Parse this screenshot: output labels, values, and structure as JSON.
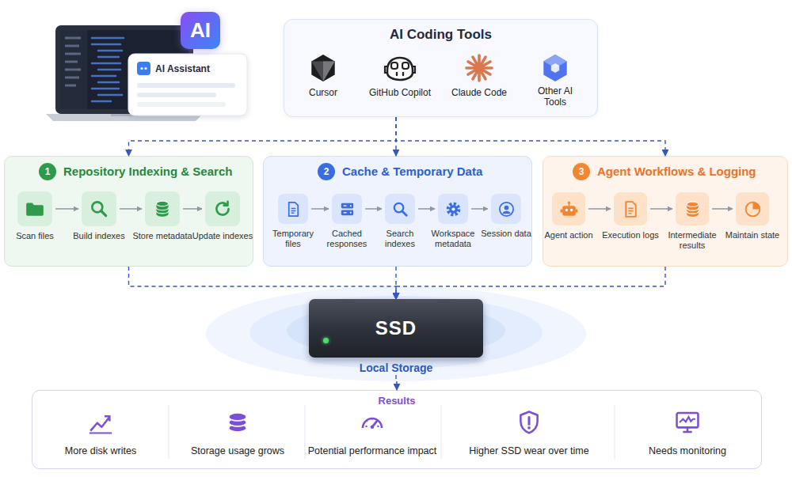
{
  "diagram": {
    "nodes": [
      {
        "text": [
          "AI Coding Tools"
        ]
      },
      {
        "text": [
          "Repository Indexing & Search"
        ]
      },
      {
        "text": [
          "1"
        ],
        "in": 1
      },
      {
        "text": [
          "Scan files"
        ],
        "in": 1
      },
      {
        "text": [
          "Build indexes"
        ],
        "in": 1
      },
      {
        "text": [
          "Store metadata"
        ],
        "in": 1
      },
      {
        "text": [
          "Update indexes"
        ],
        "in": 1
      },
      {
        "text": [
          "Cache & Temporary Data"
        ]
      },
      {
        "text": [
          "2"
        ],
        "in": 7
      },
      {
        "text": [
          "Temporary files"
        ],
        "in": 7
      },
      {
        "text": [
          "Cached responses"
        ],
        "in": 7
      },
      {
        "text": [
          "Search indexes"
        ],
        "in": 7
      },
      {
        "text": [
          "Workspace metadata"
        ],
        "in": 7
      },
      {
        "text": [
          "Session data"
        ],
        "in": 7
      },
      {
        "text": [
          "Agent Workflows & Logging"
        ]
      },
      {
        "text": [
          "3"
        ],
        "in": 14
      },
      {
        "text": [
          "Agent action"
        ],
        "in": 14
      },
      {
        "text": [
          "Execution logs"
        ],
        "in": 14
      },
      {
        "text": [
          "Intermediate results"
        ],
        "in": 14
      },
      {
        "text": [
          "Maintain state"
        ],
        "in": 14
      },
      {
        "text": [
          "SSD",
          "Local Storage"
        ]
      },
      {
        "text": [
          "Results"
        ]
      },
      {
        "text": [
          "More disk writes"
        ],
        "in": 21
      },
      {
        "text": [
          "Storage usage grows"
        ],
        "in": 21
      },
      {
        "text": [
          "Potential performance impact"
        ],
        "in": 21
      },
      {
        "text": [
          "Higher SSD wear over time"
        ],
        "in": 21
      },
      {
        "text": [
          "Needs monitoring"
        ],
        "in": 21
      }
    ],
    "edges": [
      {
        "from": 0,
        "to": 1,
        "arrow": "to"
      },
      {
        "from": 0,
        "to": 7,
        "arrow": "to"
      },
      {
        "from": 0,
        "to": 14,
        "arrow": "to"
      },
      {
        "from": 1,
        "to": 20,
        "arrow": "to"
      },
      {
        "from": 7,
        "to": 20,
        "arrow": "to"
      },
      {
        "from": 14,
        "to": 20,
        "arrow": "to"
      },
      {
        "from": 20,
        "to": 21,
        "arrow": "to"
      },
      {
        "from": 3,
        "to": 4,
        "arrow": "to"
      },
      {
        "from": 4,
        "to": 5,
        "arrow": "to"
      },
      {
        "from": 5,
        "to": 6,
        "arrow": "to"
      },
      {
        "from": 9,
        "to": 10,
        "arrow": "to"
      },
      {
        "from": 10,
        "to": 11,
        "arrow": "to"
      },
      {
        "from": 11,
        "to": 12,
        "arrow": "to"
      },
      {
        "from": 12,
        "to": 13,
        "arrow": "to"
      },
      {
        "from": 16,
        "to": 17,
        "arrow": "to"
      },
      {
        "from": 17,
        "to": 18,
        "arrow": "to"
      },
      {
        "from": 18,
        "to": 19,
        "arrow": "to"
      }
    ],
    "labels": [
      "AI",
      "AI Assistant",
      "Cursor",
      "GitHub Copilot",
      "Claude Code",
      "Other AI Tools"
    ]
  }
}
